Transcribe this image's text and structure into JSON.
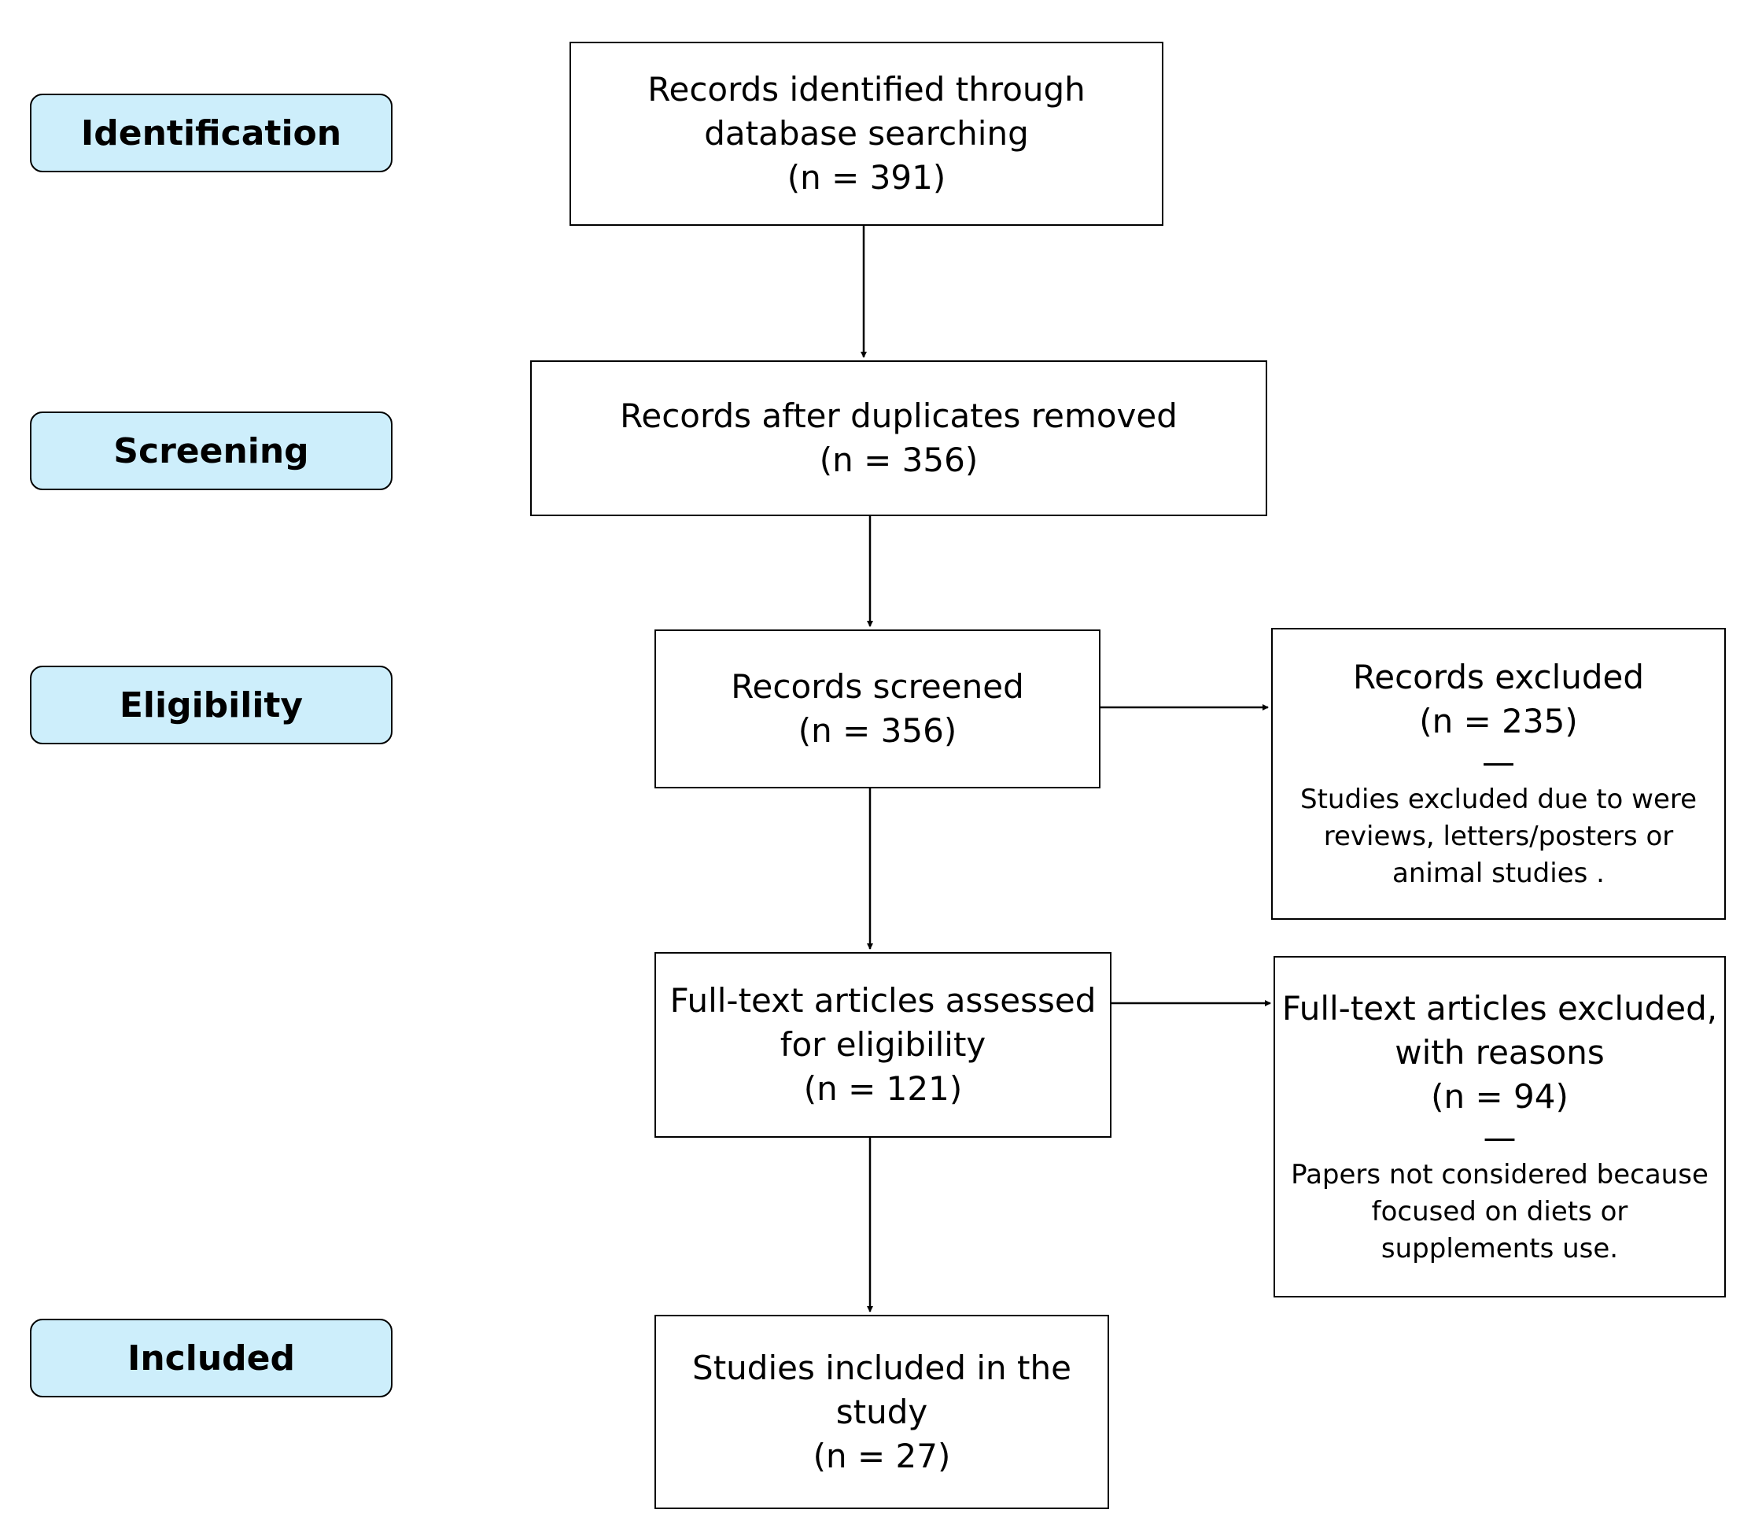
{
  "phases": {
    "identification": "Identification",
    "screening": "Screening",
    "eligibility": "Eligibility",
    "included": "Included"
  },
  "boxes": {
    "identified": {
      "lines": [
        "Records identified through",
        "database searching",
        "(n = 391)"
      ]
    },
    "after_duplicates": {
      "lines": [
        "Records after duplicates removed",
        "(n = 356)"
      ]
    },
    "screened": {
      "lines": [
        "Records screened",
        "(n =  356)"
      ]
    },
    "records_excluded": {
      "lines": [
        "Records excluded",
        "(n =  235)"
      ],
      "separator": "—",
      "notes": [
        "Studies excluded due to were",
        "reviews, letters/posters or",
        "animal studies ."
      ]
    },
    "full_text_assessed": {
      "lines": [
        "Full-text articles assessed",
        "for eligibility",
        "(n = 121)"
      ]
    },
    "full_text_excluded": {
      "lines": [
        "Full-text articles excluded,",
        "with reasons",
        "(n =  94)"
      ],
      "separator": "—",
      "notes": [
        "Papers not considered because",
        "focused on diets or",
        "supplements use."
      ]
    },
    "included_studies": {
      "lines": [
        "Studies included in the",
        "study",
        "(n = 27)"
      ]
    }
  },
  "counts": {
    "identified": 391,
    "after_duplicates": 356,
    "screened": 356,
    "records_excluded": 235,
    "full_text_assessed": 121,
    "full_text_excluded": 94,
    "included": 27
  },
  "colors": {
    "phase_fill": "#cdeefb",
    "border": "#000000",
    "background": "#ffffff"
  }
}
